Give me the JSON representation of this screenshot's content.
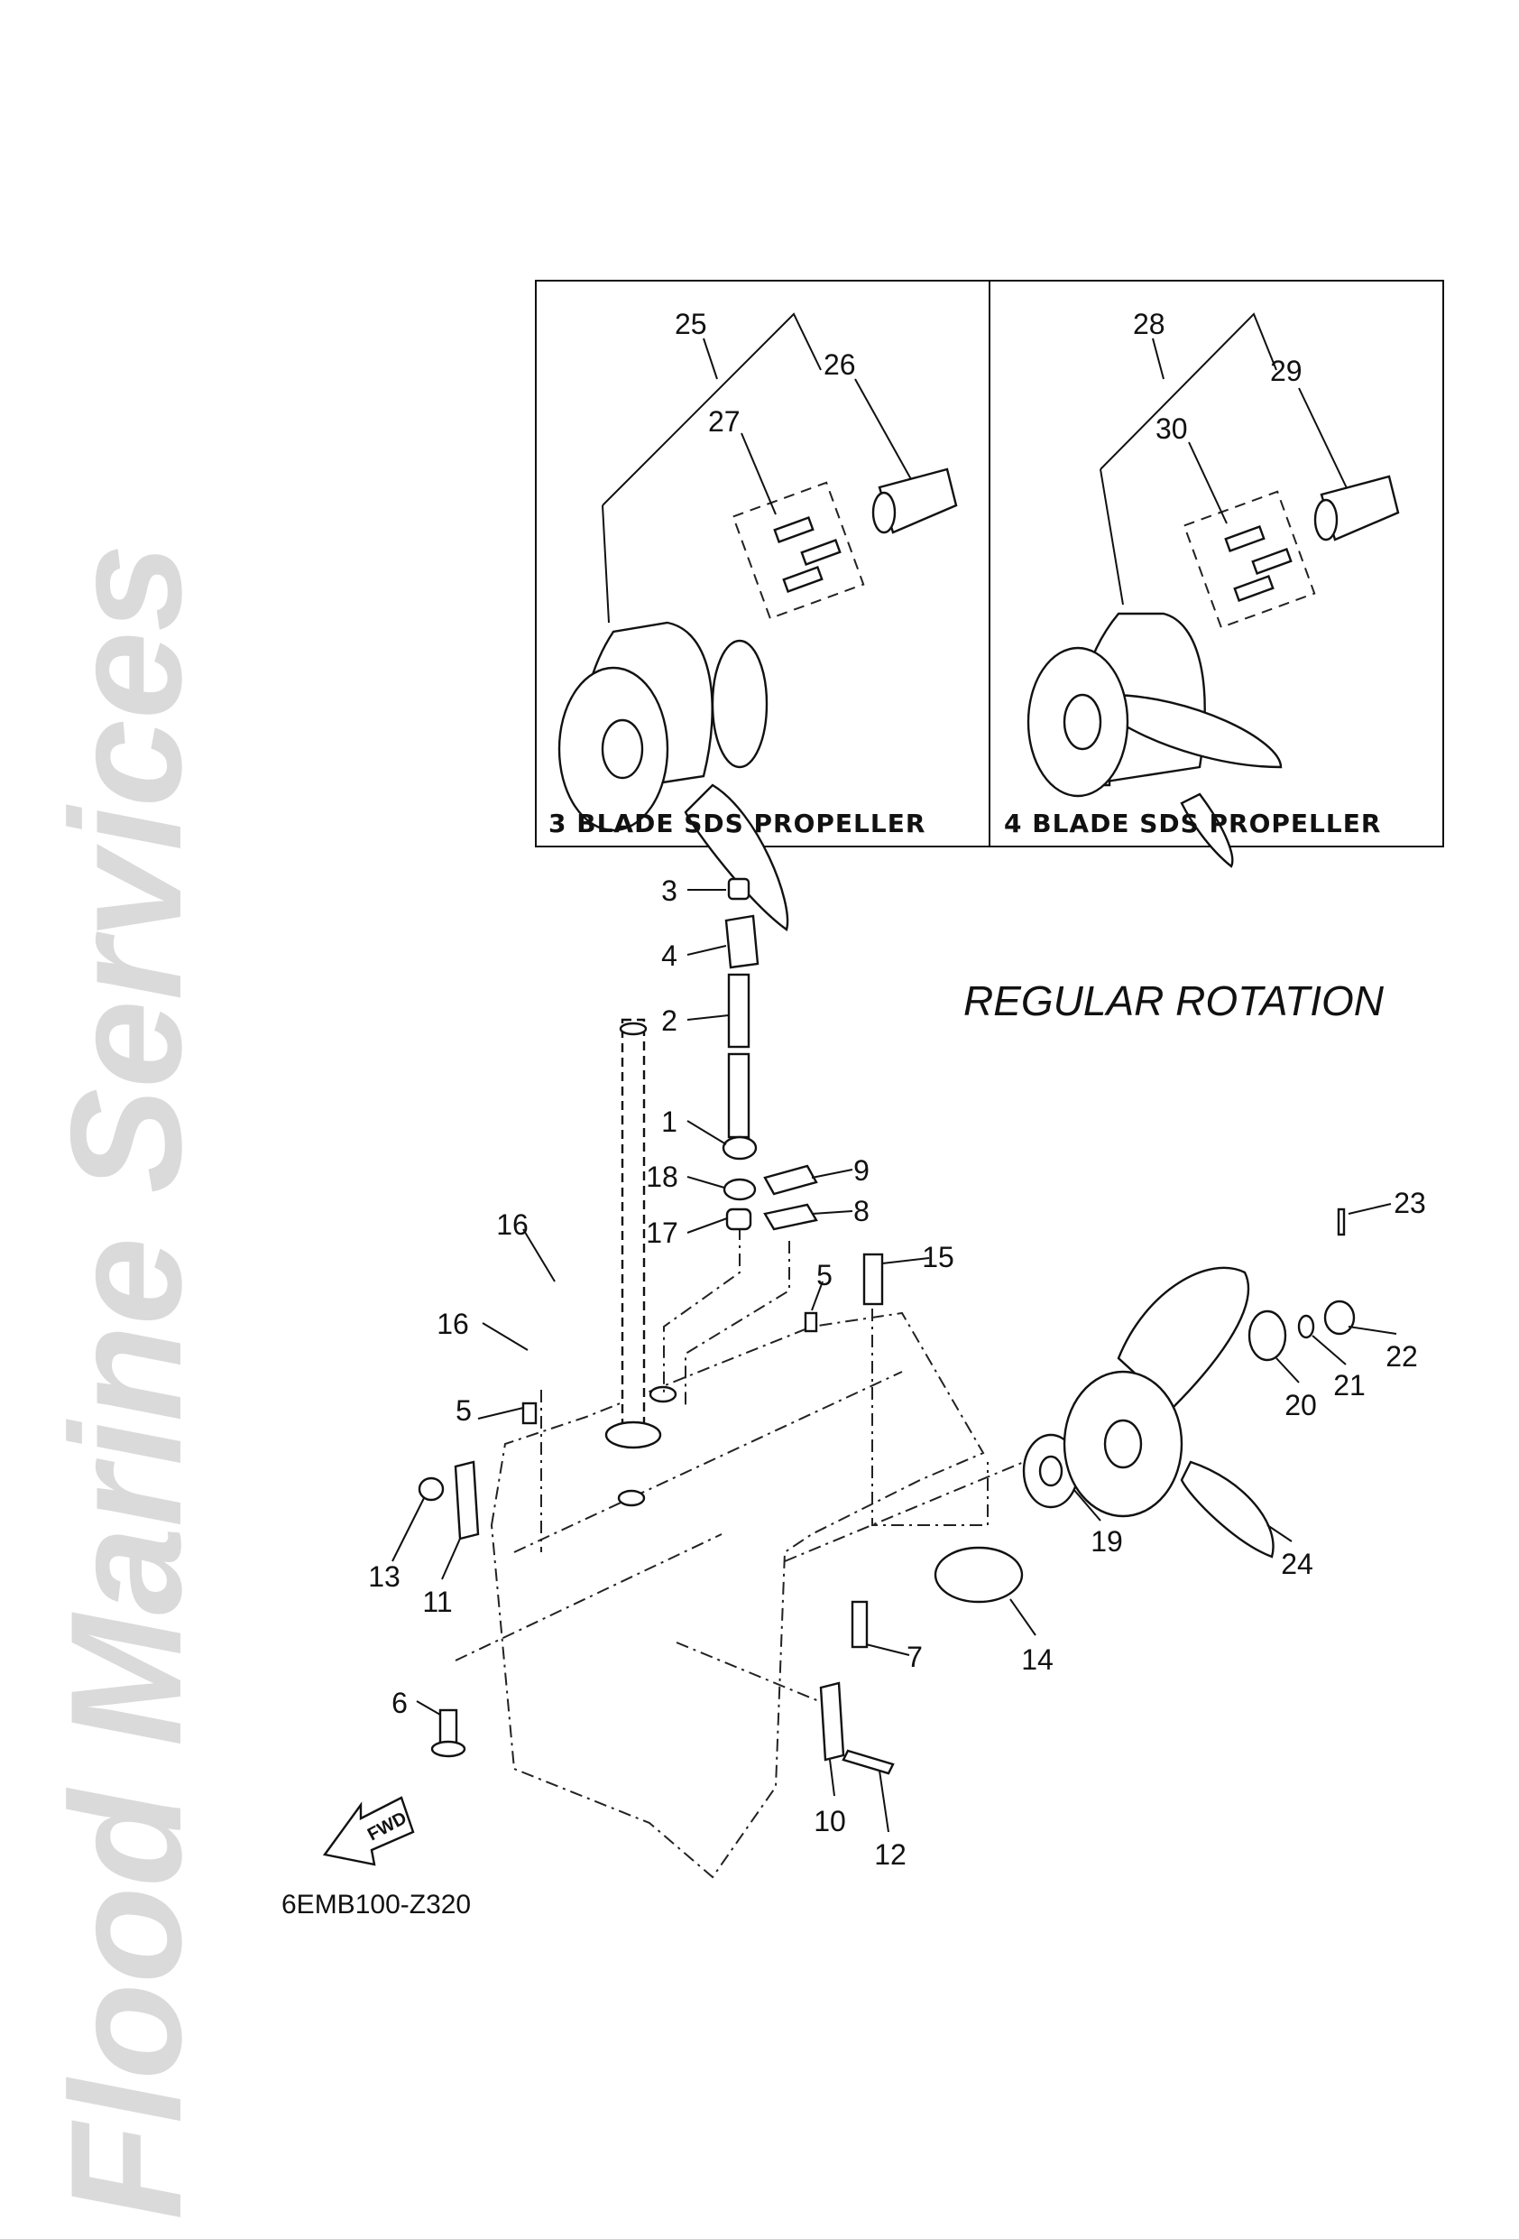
{
  "watermark": "Flood Marine Services",
  "inset": {
    "panels": [
      {
        "caption": "3 BLADE SDS PROPELLER",
        "callouts": [
          "25",
          "26",
          "27"
        ]
      },
      {
        "caption": "4 BLADE SDS PROPELLER",
        "callouts": [
          "28",
          "29",
          "30"
        ]
      }
    ]
  },
  "rotation_label": "REGULAR ROTATION",
  "diagram_code": "6EMB100-Z320",
  "fwd_label": "FWD",
  "callouts": [
    "3",
    "4",
    "2",
    "1",
    "18",
    "17",
    "9",
    "8",
    "16",
    "16",
    "5",
    "15",
    "5",
    "13",
    "11",
    "6",
    "7",
    "14",
    "10",
    "12",
    "19",
    "20",
    "21",
    "22",
    "23",
    "24"
  ]
}
